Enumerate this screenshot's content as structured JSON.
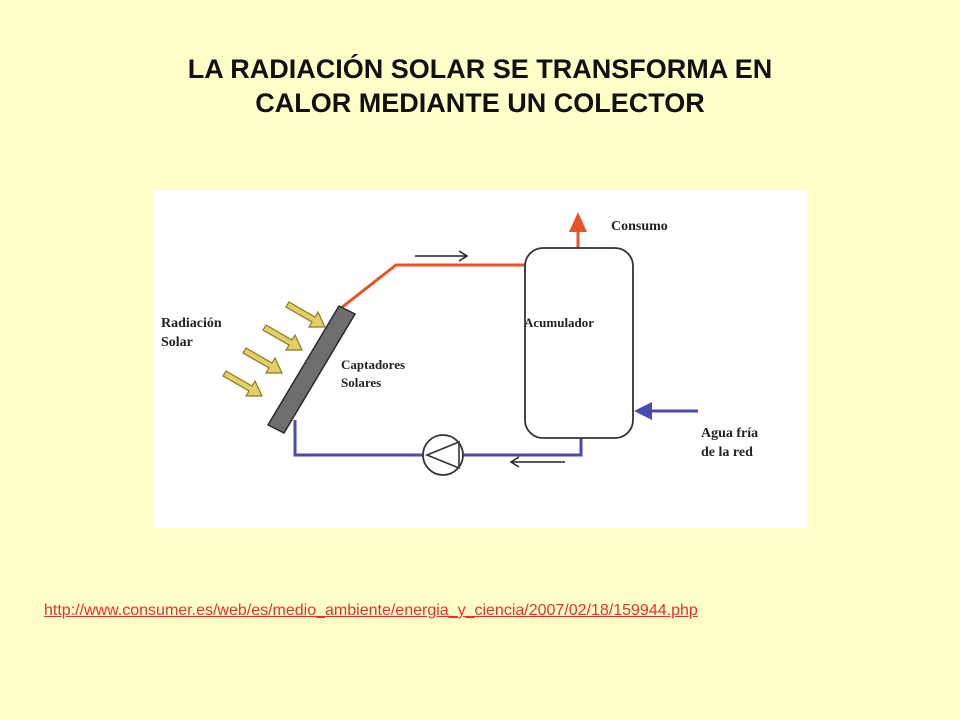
{
  "title": {
    "line1": "LA RADIACIÓN SOLAR SE TRANSFORMA EN",
    "line2": "CALOR MEDIANTE UN COLECTOR"
  },
  "diagram": {
    "labels": {
      "consumo": "Consumo",
      "radiacion_line1": "Radiación",
      "radiacion_line2": "Solar",
      "acumulador": "Acumulador",
      "captadores_line1": "Captadores",
      "captadores_line2": "Solares",
      "agua_line1": "Agua fría",
      "agua_line2": "de la red"
    },
    "colors": {
      "hot_pipe": "#E8542A",
      "cold_pipe": "#4A4AB0",
      "panel": "#6E6E6E",
      "ray": "#E3CF63"
    }
  },
  "source": {
    "url": "http://www.consumer.es/web/es/medio_ambiente/energia_y_ciencia/2007/02/18/159944.php"
  }
}
